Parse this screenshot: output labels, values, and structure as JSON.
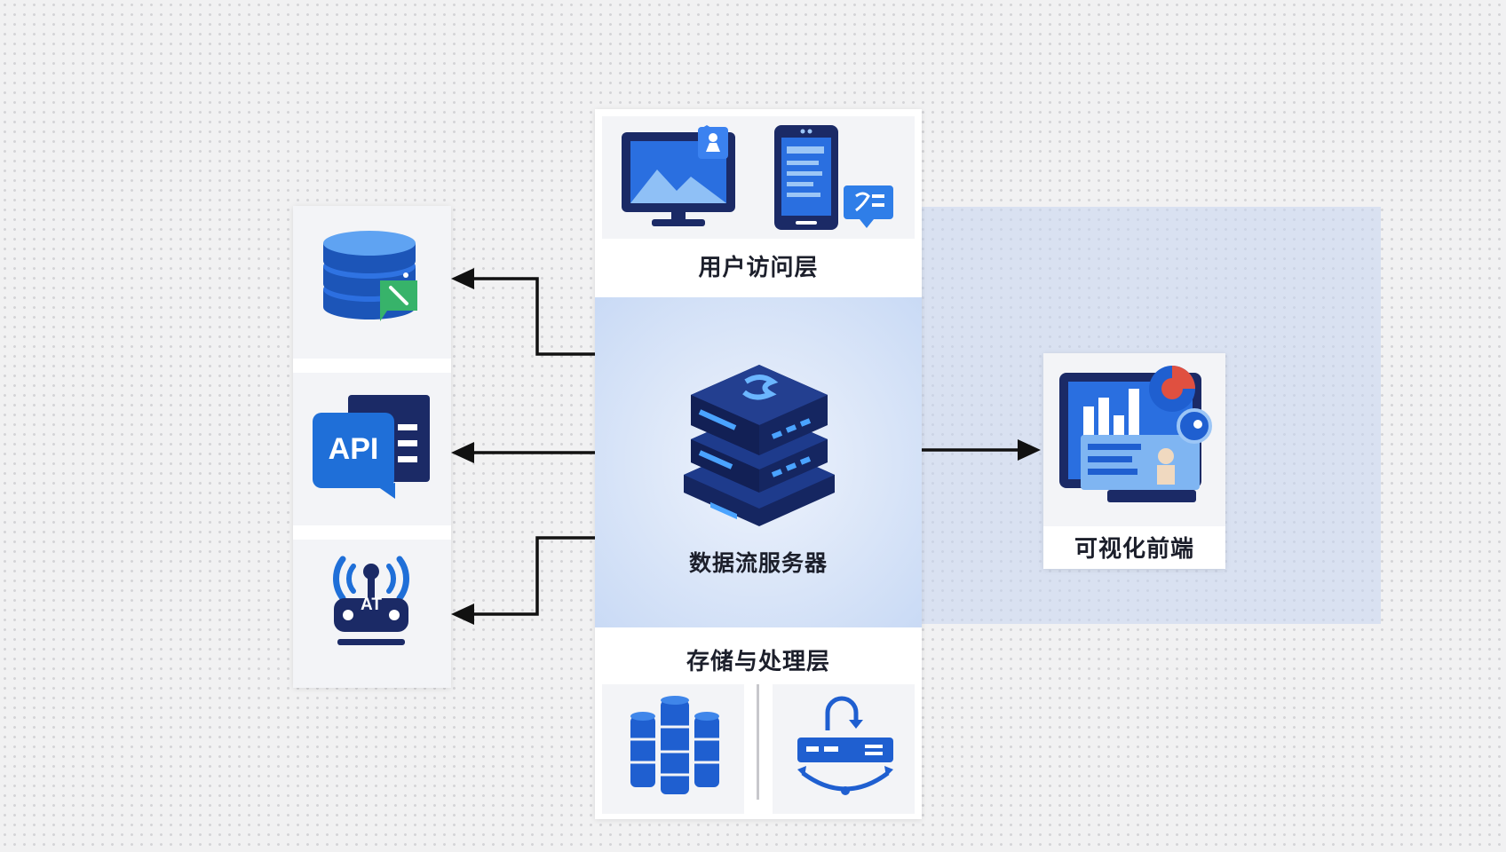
{
  "diagram": {
    "user_layer": {
      "label": "用户访问层",
      "icons": [
        "monitor-icon",
        "smartphone-icon"
      ]
    },
    "server": {
      "label": "数据流服务器",
      "icon": "server-stack-icon"
    },
    "storage_layer": {
      "label": "存储与处理层",
      "icons": [
        "database-cluster-icon",
        "processing-pipeline-icon"
      ]
    },
    "frontend": {
      "label": "可视化前端",
      "icon": "dashboard-icon"
    },
    "sources": [
      {
        "name": "database",
        "icon": "database-icon"
      },
      {
        "name": "api",
        "icon": "api-icon",
        "text": "API"
      },
      {
        "name": "iot",
        "icon": "iot-device-icon",
        "text": "AT"
      }
    ]
  },
  "colors": {
    "navy": "#1b2a66",
    "blue": "#1f5fd0",
    "light_blue": "#d6e2f6",
    "green": "#37b36a",
    "red": "#e05040",
    "arrow": "#111111"
  }
}
